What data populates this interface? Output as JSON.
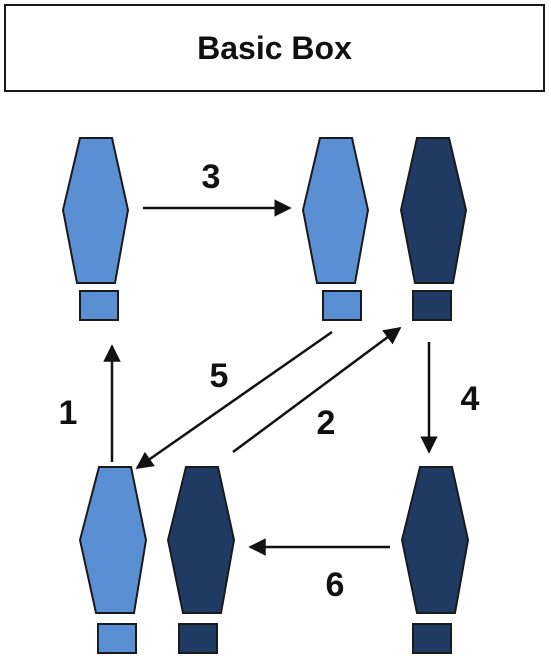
{
  "title": "Basic Box",
  "colors": {
    "left_foot": "#5b8fd4",
    "right_foot": "#1f3a63",
    "outline": "#1a1a1a",
    "arrow": "#111111"
  },
  "steps": [
    {
      "label": "1"
    },
    {
      "label": "2"
    },
    {
      "label": "3"
    },
    {
      "label": "4"
    },
    {
      "label": "5"
    },
    {
      "label": "6"
    }
  ]
}
